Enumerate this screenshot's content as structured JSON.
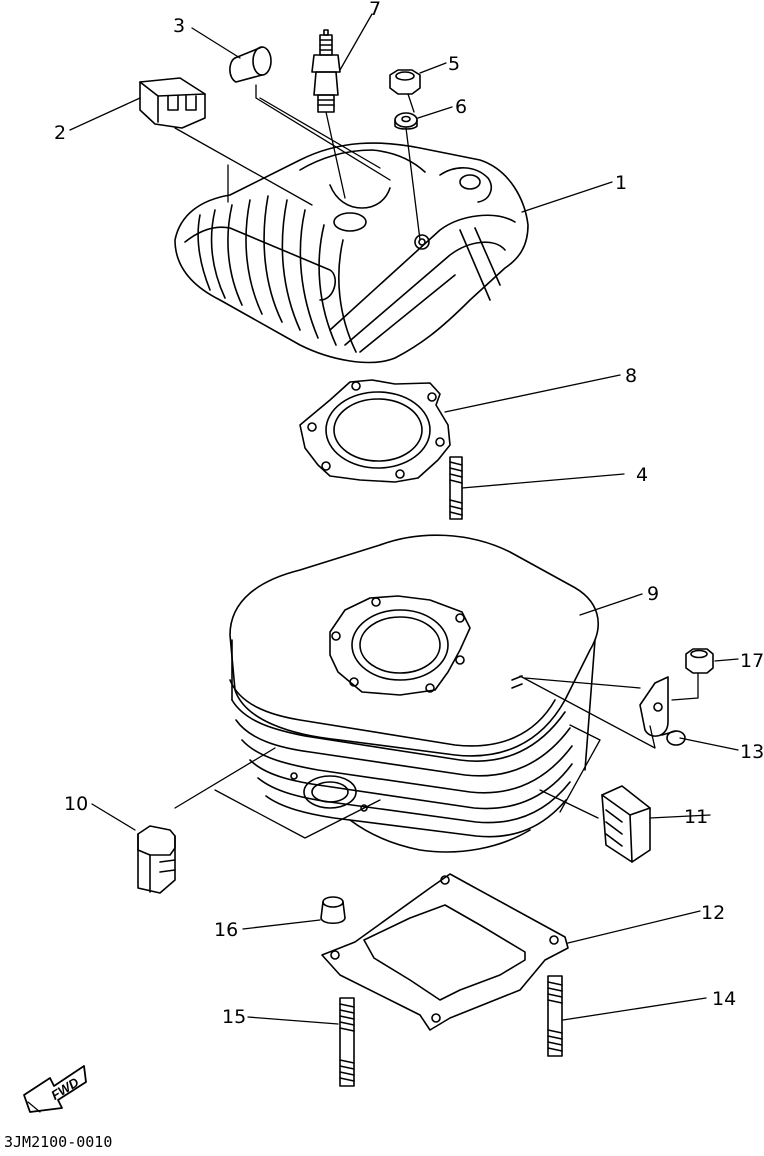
{
  "diagram": {
    "part_code": "3JM2100-0010",
    "fwd_label": "FWD",
    "callouts": [
      {
        "id": "1",
        "label": "1"
      },
      {
        "id": "2",
        "label": "2"
      },
      {
        "id": "3",
        "label": "3"
      },
      {
        "id": "4",
        "label": "4"
      },
      {
        "id": "5",
        "label": "5"
      },
      {
        "id": "6",
        "label": "6"
      },
      {
        "id": "7",
        "label": "7"
      },
      {
        "id": "8",
        "label": "8"
      },
      {
        "id": "9",
        "label": "9"
      },
      {
        "id": "10",
        "label": "10"
      },
      {
        "id": "11",
        "label": "11"
      },
      {
        "id": "12",
        "label": "12"
      },
      {
        "id": "13",
        "label": "13"
      },
      {
        "id": "14",
        "label": "14"
      },
      {
        "id": "15",
        "label": "15"
      },
      {
        "id": "16",
        "label": "16"
      },
      {
        "id": "17",
        "label": "17"
      }
    ]
  }
}
